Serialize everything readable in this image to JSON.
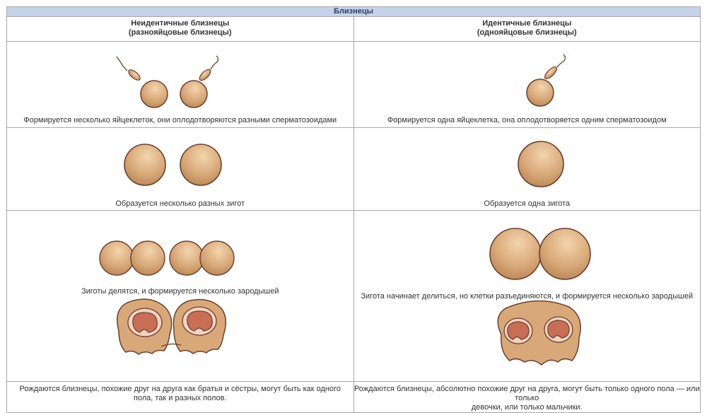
{
  "title": "Близнецы",
  "columns": [
    {
      "line1": "Неидентичные близнецы",
      "line2": "(разнояйцовые близнецы)"
    },
    {
      "line1": "Идентичные близнецы",
      "line2": "(однояйцовые близнецы)"
    }
  ],
  "rows": {
    "fertilization": {
      "left": "Формируется несколько яйцеклеток, они оплодотворяются разными сперматозоидами",
      "right": "Формируется одна яйцеклетка, она оплодотворяется одним сперматозоидом"
    },
    "zygote": {
      "left": "Образуется несколько разных зигот",
      "right": "Образуется одна зигота"
    },
    "division": {
      "left": "Зиготы делятся, и формируется несколько зародышей",
      "right": "Зигота начинает делиться, но клетки разъединяются, и формируется несколько зародышей"
    },
    "birth": {
      "left_line1": "Рождаются близнецы, похожие друг на друга как братья и сёстры, могут быть как одного",
      "left_line2": "пола, так и разных полов.",
      "right_line1": "Рождаются близнецы, абсолютно похожие друг на друга, могут быть только одного пола — или только",
      "right_line2": "девочки, или только мальчики."
    }
  },
  "colors": {
    "header_bg": "#c5d3ea",
    "border": "#a9a9a9",
    "cell_fill": "#d8a878",
    "cell_stroke": "#6b4030",
    "embryo": "#c86e55"
  }
}
